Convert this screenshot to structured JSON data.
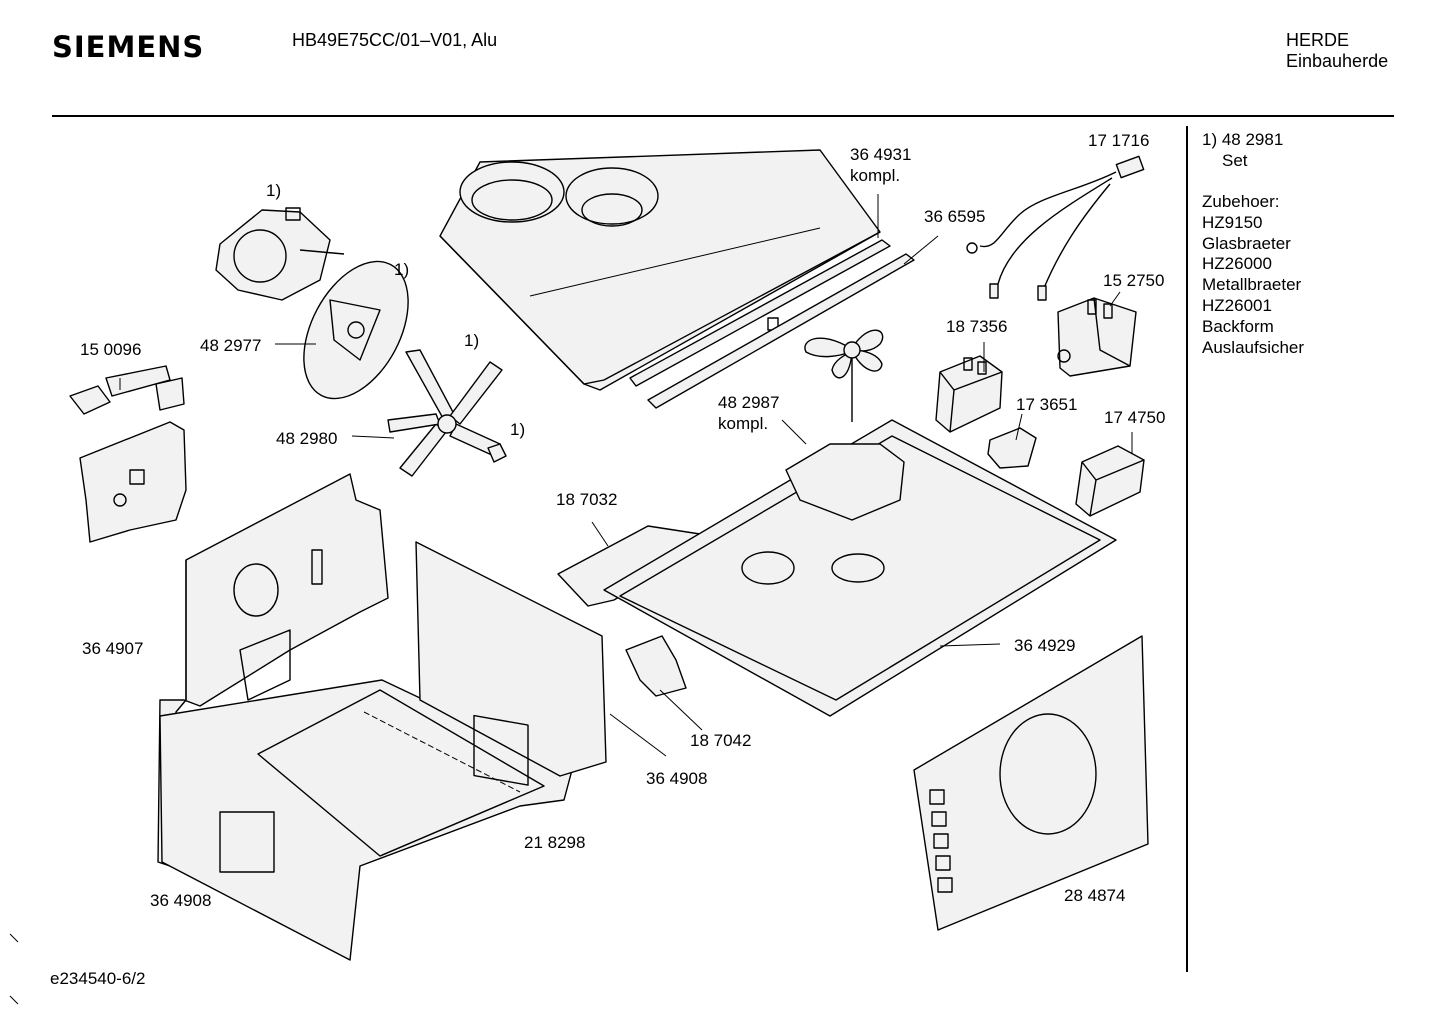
{
  "header": {
    "brand": "SIEMENS",
    "model": "HB49E75CC/01–V01, Alu",
    "category_line1": "HERDE",
    "category_line2": "Einbauherde"
  },
  "footer": {
    "drawing_id": "e234540-6/2"
  },
  "sidebar": {
    "note_line1": "1) 48 2981",
    "note_line2": "Set",
    "accessories_title": "Zubehoer:",
    "accessories": [
      "HZ9150",
      "Glasbraeter",
      "HZ26000",
      "Metallbraeter",
      "HZ26001",
      "Backform",
      "Auslaufsicher"
    ]
  },
  "callouts": {
    "c171716": "17 1716",
    "c364931a": "36 4931",
    "c364931b": "kompl.",
    "c366595": "36 6595",
    "c152750": "15 2750",
    "c187356": "18 7356",
    "c173651": "17 3651",
    "c174750": "17 4750",
    "c482987a": "48 2987",
    "c482987b": "kompl.",
    "c150096": "15 0096",
    "c482977": "48 2977",
    "c482980": "48 2980",
    "c187032": "18 7032",
    "c364907": "36 4907",
    "c364929": "36 4929",
    "c187042": "18 7042",
    "c364908a": "36 4908",
    "c218298": "21 8298",
    "c364908b": "36 4908",
    "c284874": "28 4874",
    "note1a": "1)",
    "note1b": "1)",
    "note1c": "1)",
    "note1d": "1)"
  }
}
